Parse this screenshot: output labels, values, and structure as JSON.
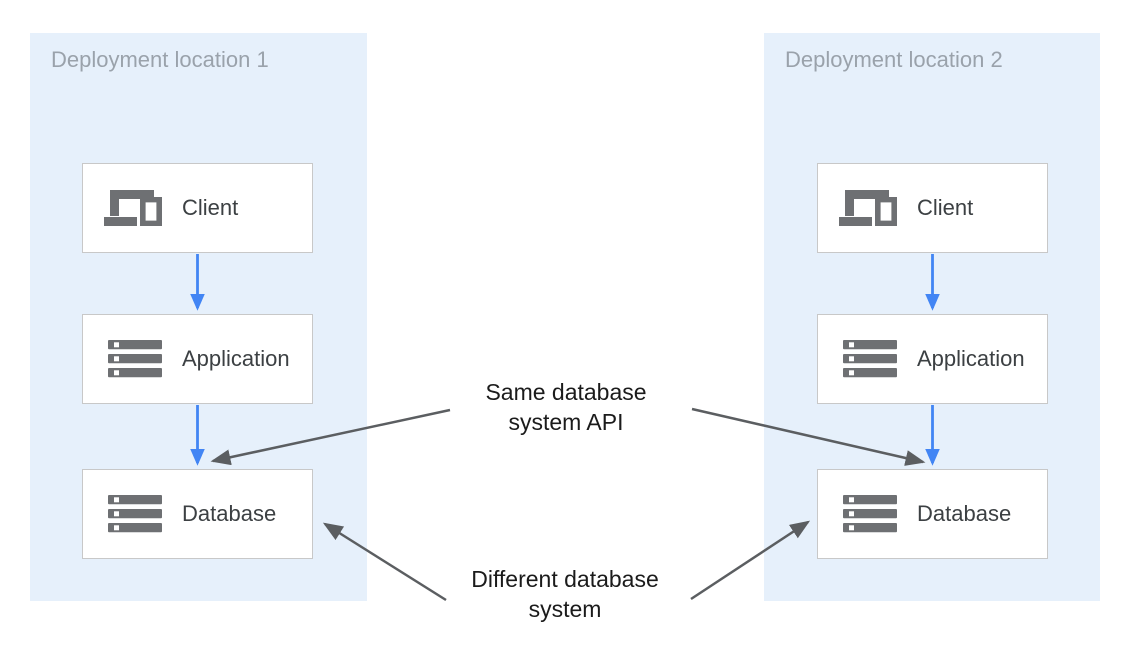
{
  "colors": {
    "panel_bg": "#e6f0fb",
    "box_bg": "#ffffff",
    "box_border": "#c8c8c8",
    "flow_arrow": "#4285f4",
    "annotation_arrow": "#5b5e61",
    "icon_gray": "#6e7073",
    "panel_title": "#9aa2ab",
    "node_label": "#3c4043",
    "annotation_text": "#1b1b1b"
  },
  "panels": [
    {
      "title": "Deployment location 1",
      "nodes": [
        {
          "label": "Client",
          "icon": "devices-icon"
        },
        {
          "label": "Application",
          "icon": "server-stack-icon"
        },
        {
          "label": "Database",
          "icon": "server-stack-icon"
        }
      ]
    },
    {
      "title": "Deployment location 2",
      "nodes": [
        {
          "label": "Client",
          "icon": "devices-icon"
        },
        {
          "label": "Application",
          "icon": "server-stack-icon"
        },
        {
          "label": "Database",
          "icon": "server-stack-icon"
        }
      ]
    }
  ],
  "annotations": {
    "same_api": {
      "line1": "Same database",
      "line2": "system API"
    },
    "different_system": {
      "line1": "Different database",
      "line2": "system"
    }
  }
}
